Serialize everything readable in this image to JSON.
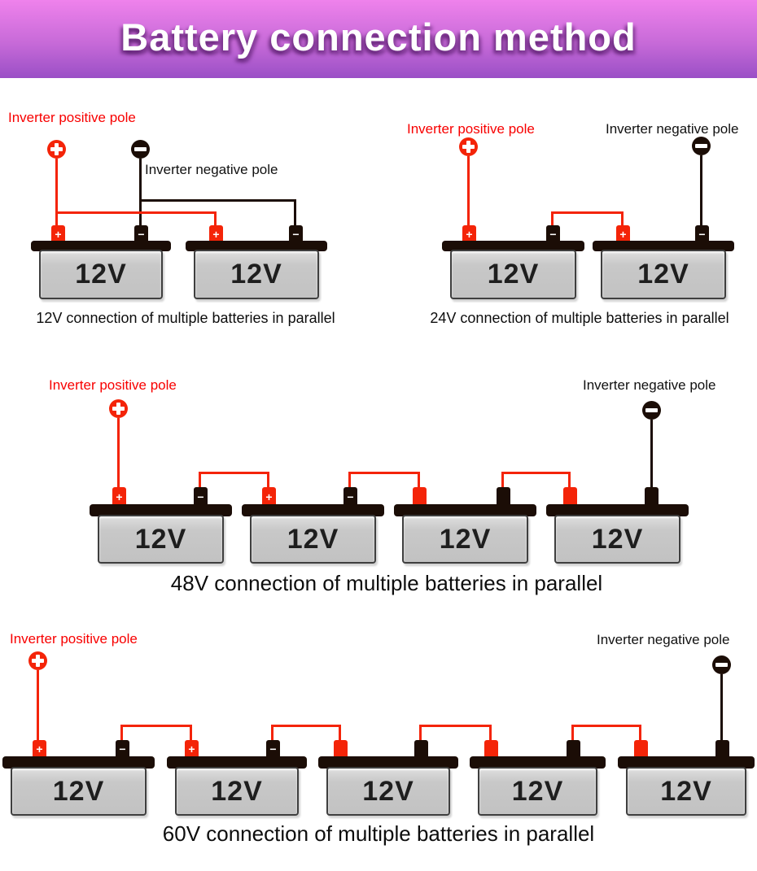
{
  "header": {
    "title": "Battery connection method"
  },
  "labels": {
    "positive_pole": "Inverter positive pole",
    "negative_pole": "Inverter negative pole"
  },
  "terminal_symbols": {
    "positive": "+",
    "negative": "−"
  },
  "colors": {
    "positive_red": "#f42408",
    "negative_black": "#1b0d06",
    "label_red": "#f80000",
    "battery_body_gray": "#c8c8c8",
    "header_gradient_top": "#ef82ec",
    "header_gradient_bottom": "#9a4fc6"
  },
  "diagrams": [
    {
      "id": "12v",
      "caption": "12V connection of multiple batteries in parallel",
      "batteries": [
        "12V",
        "12V"
      ]
    },
    {
      "id": "24v",
      "caption": "24V connection of multiple batteries in parallel",
      "batteries": [
        "12V",
        "12V"
      ]
    },
    {
      "id": "48v",
      "caption": "48V connection of multiple batteries in parallel",
      "batteries": [
        "12V",
        "12V",
        "12V",
        "12V"
      ]
    },
    {
      "id": "60v",
      "caption": "60V connection of multiple batteries in parallel",
      "batteries": [
        "12V",
        "12V",
        "12V",
        "12V",
        "12V"
      ]
    }
  ]
}
